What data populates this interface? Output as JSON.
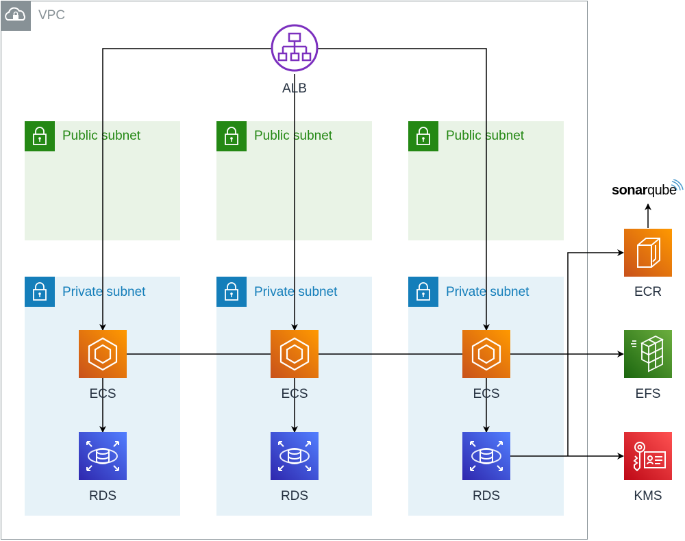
{
  "vpc": {
    "label": "VPC",
    "icon": "cloud-lock-icon"
  },
  "alb": {
    "label": "ALB",
    "icon": "load-balancer-icon",
    "color": "#7b2fbe"
  },
  "public_subnets": [
    {
      "label": "Public subnet"
    },
    {
      "label": "Public subnet"
    },
    {
      "label": "Public subnet"
    }
  ],
  "private_subnets": [
    {
      "label": "Private subnet"
    },
    {
      "label": "Private subnet"
    },
    {
      "label": "Private subnet"
    }
  ],
  "ecs": [
    {
      "label": "ECS"
    },
    {
      "label": "ECS"
    },
    {
      "label": "ECS"
    }
  ],
  "rds": [
    {
      "label": "RDS"
    },
    {
      "label": "RDS"
    },
    {
      "label": "RDS"
    }
  ],
  "ecr": {
    "label": "ECR"
  },
  "efs": {
    "label": "EFS"
  },
  "kms": {
    "label": "KMS"
  },
  "sonarqube": {
    "text_bold": "sonar",
    "text_regular": "qube"
  },
  "colors": {
    "public": "#248814",
    "private": "#147eba",
    "compute": "#ed7100",
    "database": "#3b48cc",
    "storage": "#3f8624",
    "security": "#dd344c"
  }
}
